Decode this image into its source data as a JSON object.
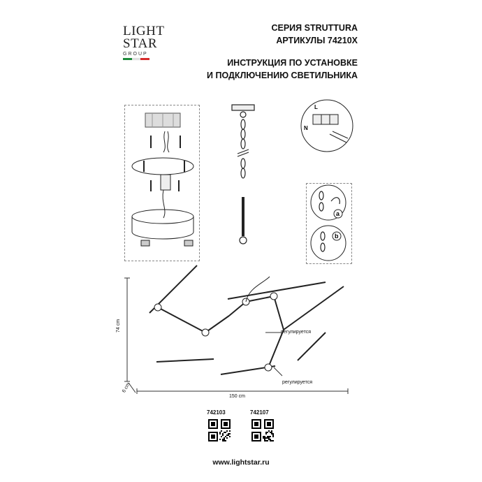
{
  "brand": {
    "line1": "LIGHT",
    "line2": "STAR",
    "line3": "GROUP",
    "flag_colors": [
      "#1d8a3a",
      "#ffffff",
      "#d62b2b"
    ]
  },
  "header": {
    "series": "СЕРИЯ STRUTTURA",
    "articles": "АРТИКУЛЫ 74210X",
    "title_line1": "ИНСТРУКЦИЯ ПО УСТАНОВКЕ",
    "title_line2": "И ПОДКЛЮЧЕНИЮ СВЕТИЛЬНИКА"
  },
  "wiring": {
    "label_l": "L",
    "label_n": "N"
  },
  "steps": {
    "a": "a",
    "b": "b"
  },
  "dimensions": {
    "height": "74 cm",
    "depth": "6 cm",
    "width": "150 cm"
  },
  "callouts": {
    "adjustable_1": "регулируется",
    "adjustable_2": "регулируется"
  },
  "articles": [
    {
      "code": "742103"
    },
    {
      "code": "742107"
    }
  ],
  "footer": {
    "url": "www.lightstar.ru"
  }
}
